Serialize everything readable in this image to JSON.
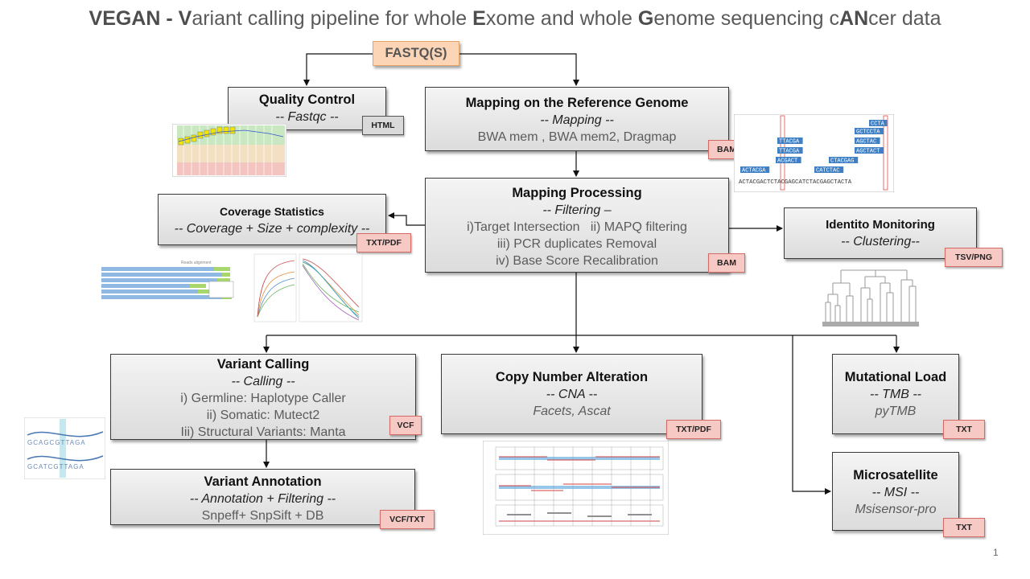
{
  "title": {
    "segments": [
      {
        "text": "VEGAN - ",
        "b": true
      },
      {
        "text": "V",
        "b": true
      },
      {
        "text": "ariant calling pipeline for whole ",
        "b": false
      },
      {
        "text": "E",
        "b": true
      },
      {
        "text": "xome and whole ",
        "b": false
      },
      {
        "text": "G",
        "b": true
      },
      {
        "text": "enome sequencing c",
        "b": false
      },
      {
        "text": "AN",
        "b": true
      },
      {
        "text": "cer data",
        "b": false
      }
    ]
  },
  "input": {
    "label": "FASTQ(S)"
  },
  "qc": {
    "title": "Quality Control",
    "sub": "-- Fastqc --",
    "badge": "HTML"
  },
  "mapping": {
    "title": "Mapping on the Reference Genome",
    "sub": "-- Mapping --",
    "tools": "BWA mem , BWA mem2, Dragmap",
    "badge": "BAM"
  },
  "processing": {
    "title": "Mapping Processing",
    "sub": "-- Filtering –",
    "l1": "i)Target Intersection   ii) MAPQ filtering",
    "l2": "iii) PCR duplicates Removal",
    "l3": "iv) Base Score Recalibration",
    "badge": "BAM"
  },
  "coverage": {
    "title": "Coverage Statistics",
    "sub": "-- Coverage + Size + complexity --",
    "badge": "TXT/PDF"
  },
  "identito": {
    "title": "Identito Monitoring",
    "sub": "-- Clustering--",
    "badge": "TSV/PNG"
  },
  "calling": {
    "title": "Variant Calling",
    "sub": "-- Calling --",
    "l1": "i) Germline: Haplotype Caller",
    "l2": "ii) Somatic: Mutect2",
    "l3": "Iii) Structural Variants: Manta",
    "badge": "VCF"
  },
  "annotation": {
    "title": "Variant Annotation",
    "sub": "-- Annotation + Filtering --",
    "tools": "Snpeff+ SnpSift + DB",
    "badge": "VCF/TXT"
  },
  "cna": {
    "title": "Copy Number Alteration",
    "sub": "-- CNA --",
    "tools": "Facets, Ascat",
    "badge": "TXT/PDF"
  },
  "tmb": {
    "title": "Mutational Load",
    "sub": "-- TMB --",
    "tools": "pyTMB",
    "badge": "TXT"
  },
  "msi": {
    "title": "Microsatellite",
    "sub": "-- MSI --",
    "tools": "Msisensor-pro",
    "badge": "TXT"
  },
  "alignment_reads": [
    "CCTA",
    "GCTCCTA",
    "TTACGA",
    "AGCTAC",
    "TTACGA",
    "AGCTACT",
    "ACGACT",
    "CTACGAG",
    "ACTACGA",
    "CATCTAC"
  ],
  "reference_seq": "ACTACGACTCTACGAGCATCTACGAGCTACTA",
  "seq_top": "GCAGCGTTAGA",
  "seq_bottom": "GCATCGTTAGA",
  "page_number": "1",
  "colors": {
    "badge_fill": "#f7c9c5",
    "badge_border": "#d46a63",
    "input_fill": "#fbd5b5",
    "box_fill": "#e6e6e6"
  }
}
